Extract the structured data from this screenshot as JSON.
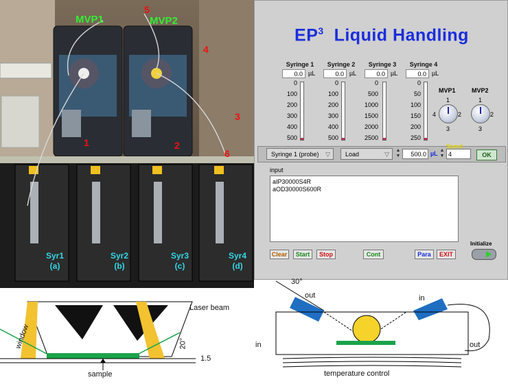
{
  "photo": {
    "valve_labels": [
      "MVP1",
      "MVP2"
    ],
    "numbers": [
      "1",
      "2",
      "3",
      "4",
      "5",
      "6"
    ],
    "syringes": [
      {
        "name": "Syr1",
        "sub": "(a)"
      },
      {
        "name": "Syr2",
        "sub": "(b)"
      },
      {
        "name": "Syr3",
        "sub": "(c)"
      },
      {
        "name": "Syr4",
        "sub": "(d)"
      }
    ]
  },
  "ui": {
    "title_main": "EP",
    "title_sup": "3",
    "title_rest": "Liquid Handling",
    "unit": "µL",
    "syringes": [
      {
        "name": "Syringe 1",
        "value": "0.0",
        "ticks": [
          "0",
          "100",
          "200",
          "300",
          "400",
          "500"
        ]
      },
      {
        "name": "Syringe 2",
        "value": "0.0",
        "ticks": [
          "0",
          "100",
          "200",
          "300",
          "400",
          "500"
        ]
      },
      {
        "name": "Syringe 3",
        "value": "0.0",
        "ticks": [
          "0",
          "500",
          "1000",
          "1500",
          "2000",
          "2500"
        ]
      },
      {
        "name": "Syringe 4",
        "value": "0.0",
        "ticks": [
          "0",
          "50",
          "100",
          "150",
          "200",
          "250"
        ]
      }
    ],
    "valves": [
      {
        "name": "MVP1",
        "positions": [
          "1",
          "2",
          "3",
          "4"
        ]
      },
      {
        "name": "MVP2",
        "positions": [
          "1",
          "2",
          "3"
        ]
      }
    ],
    "controls": {
      "syringe_select": "Syringe 1 (probe)",
      "action_select": "Load",
      "volume": "500.0",
      "volume_unit": "µL",
      "speed_label": "Speed",
      "speed": "4",
      "ok": "OK"
    },
    "input_label": "input",
    "input_lines": [
      "aIP30000S4R",
      "aOD30000S600R"
    ],
    "buttons": {
      "clear": "Clear",
      "start": "Start",
      "stop": "Stop",
      "cont": "Cont",
      "para": "Para",
      "exit": "EXIT",
      "initialize": "Initialize"
    },
    "colors": {
      "title": "#1a2edc",
      "start": "#1b8a1b",
      "stop": "#cc1111",
      "clear": "#b06000",
      "para": "#1a2edc",
      "exit": "#cc1111"
    }
  },
  "diagram_left": {
    "laser_beam": "Laser beam",
    "window": "window",
    "angle": "20°",
    "gap": "1.5",
    "sample": "sample"
  },
  "diagram_right": {
    "angle": "30°",
    "out_top": "out",
    "in_top": "in",
    "in_left": "in",
    "out_right": "out",
    "temp": "temperature control"
  }
}
